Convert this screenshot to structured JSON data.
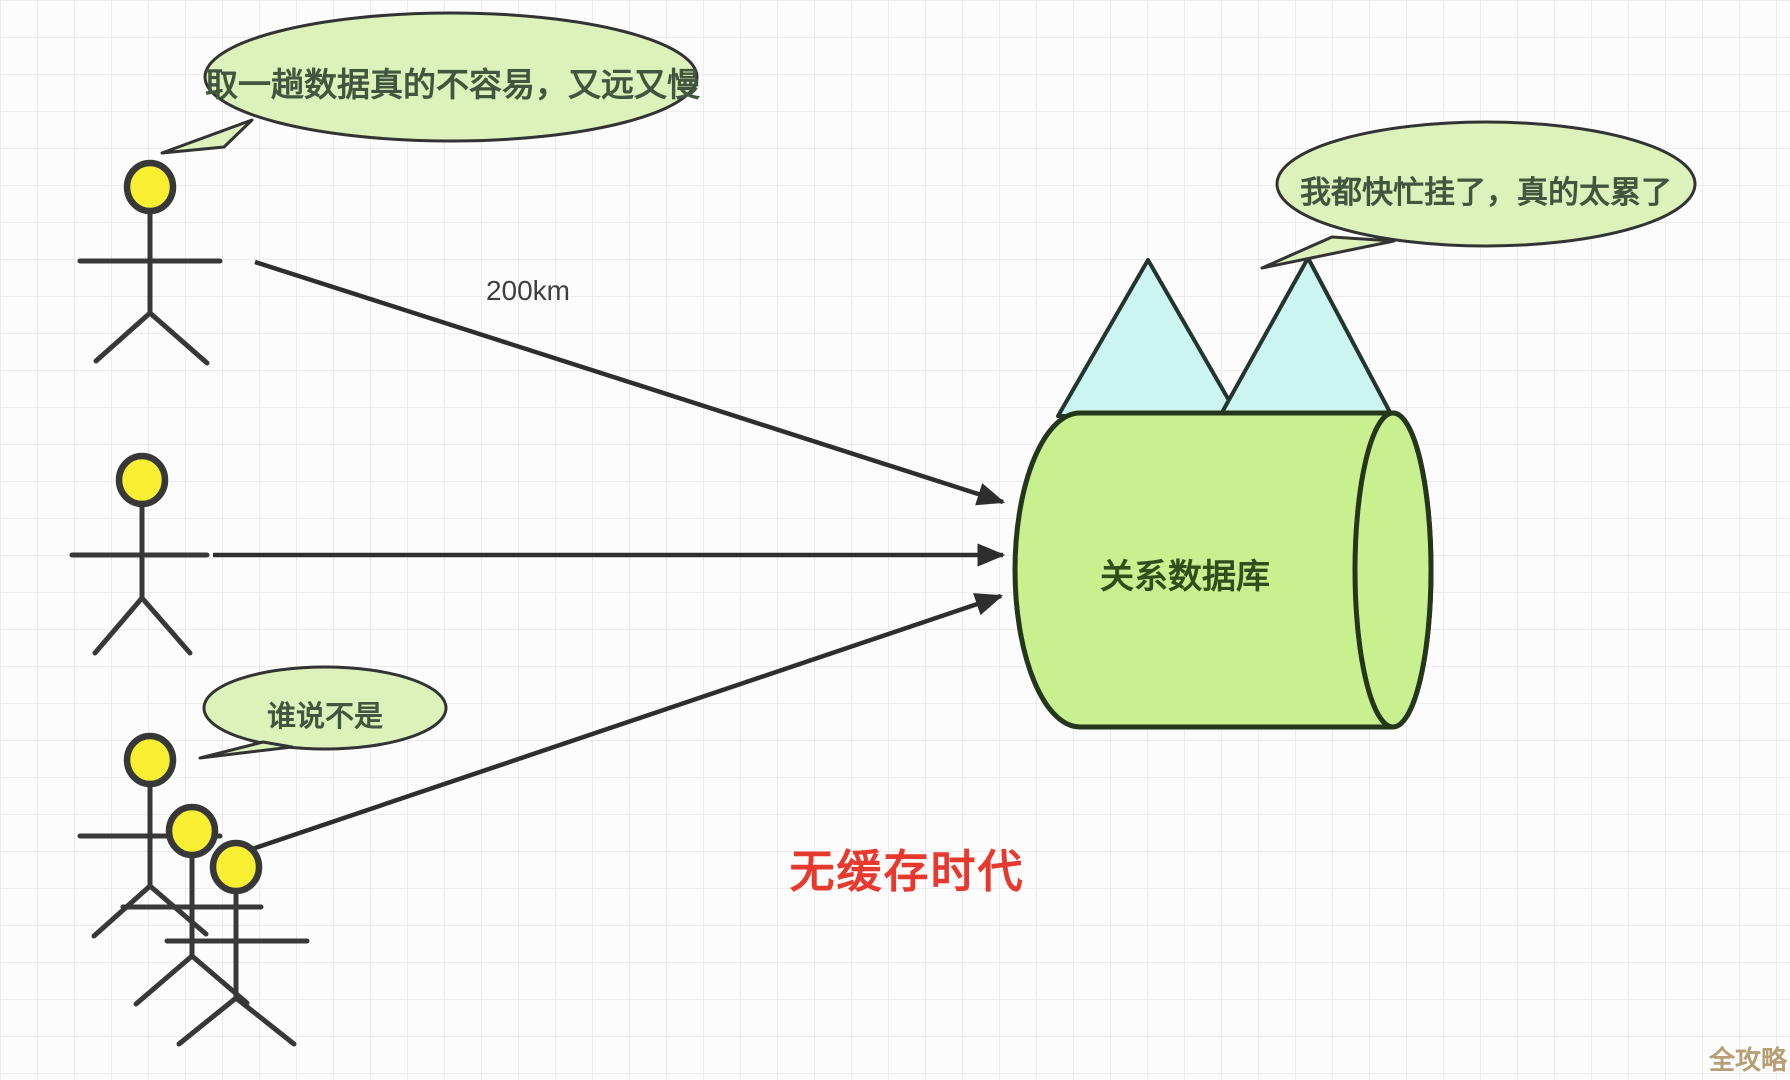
{
  "diagram": {
    "bubble_left": "取一趟数据真的不容易，又远又慢",
    "bubble_right": "我都快忙挂了，真的太累了",
    "bubble_small": "谁说不是",
    "distance_label": "200km",
    "database_label": "关系数据库",
    "era_title": "无缓存时代",
    "watermark": "全攻略"
  },
  "colors": {
    "background": "#fcfcfc",
    "grid_line": "#ececec",
    "bubble_fill": "#ddf2bb",
    "bubble_stroke": "#333333",
    "bubble_text": "#42553f",
    "cylinder_fill": "#c8f08f",
    "cylinder_stroke": "#24361b",
    "database_text": "#2f4e1c",
    "triangle_fill": "#ccf5f2",
    "triangle_stroke": "#243530",
    "person_head_fill": "#f8ee32",
    "stroke_dark": "#383838",
    "arrow_color": "#2e2e2e",
    "era_text": "#e8392e",
    "distance_text": "#3f3f3f",
    "watermark_text": "#b59a6e"
  }
}
